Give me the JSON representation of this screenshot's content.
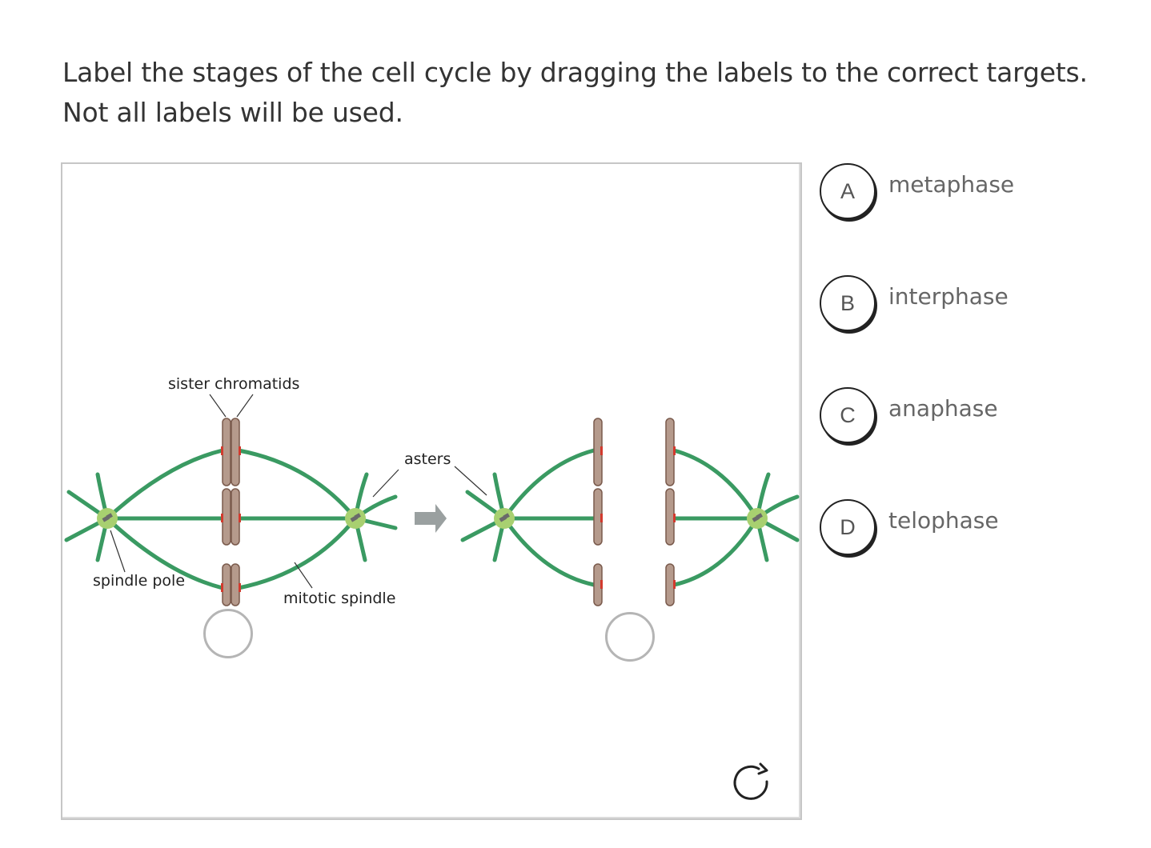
{
  "question": {
    "line1": "Label the stages of the cell cycle by dragging the labels to the correct targets.",
    "line2": "Not all labels will be used."
  },
  "figure": {
    "labels": {
      "sister_chromatids": "sister chromatids",
      "asters": "asters",
      "spindle_pole": "spindle pole",
      "mitotic_spindle": "mitotic spindle"
    },
    "colors": {
      "spindle": "#3a9a62",
      "chromatid": "#b59a8c",
      "pole": "#a8d070",
      "kinetochore": "#d23a2e",
      "arrow": "#9aa0a0"
    }
  },
  "reset_icon": "refresh-icon",
  "choices": [
    {
      "letter": "A",
      "label": "metaphase"
    },
    {
      "letter": "B",
      "label": "interphase"
    },
    {
      "letter": "C",
      "label": "anaphase"
    },
    {
      "letter": "D",
      "label": "telophase"
    }
  ]
}
